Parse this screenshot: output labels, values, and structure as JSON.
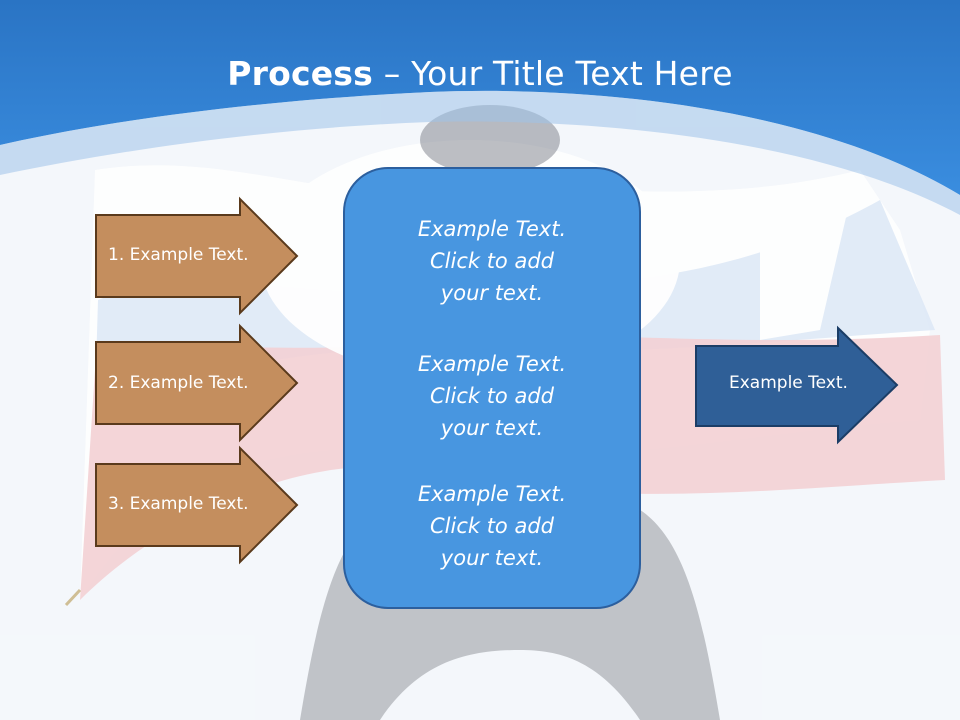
{
  "slide": {
    "title_bold": "Process",
    "title_sep": " – ",
    "title_rest": "Your Title Text Here"
  },
  "left_arrows": [
    {
      "label": "1. Example Text."
    },
    {
      "label": "2. Example Text."
    },
    {
      "label": "3. Example Text."
    }
  ],
  "center_panel": {
    "items": [
      "Example Text.\nClick  to add\nyour text.",
      "Example Text.\nClick  to add\nyour text.",
      "Example Text.\nClick  to add\nyour text."
    ]
  },
  "right_arrow": {
    "label": "Example Text."
  },
  "colors": {
    "header_blue": "#2f7fd0",
    "left_arrow_fill": "#c48e5e",
    "left_arrow_stroke": "#5a3a1c",
    "panel_fill": "#4896e0",
    "panel_stroke": "#2c5f9e",
    "right_arrow_fill": "#2f5f97",
    "right_arrow_stroke": "#1b3d66"
  }
}
